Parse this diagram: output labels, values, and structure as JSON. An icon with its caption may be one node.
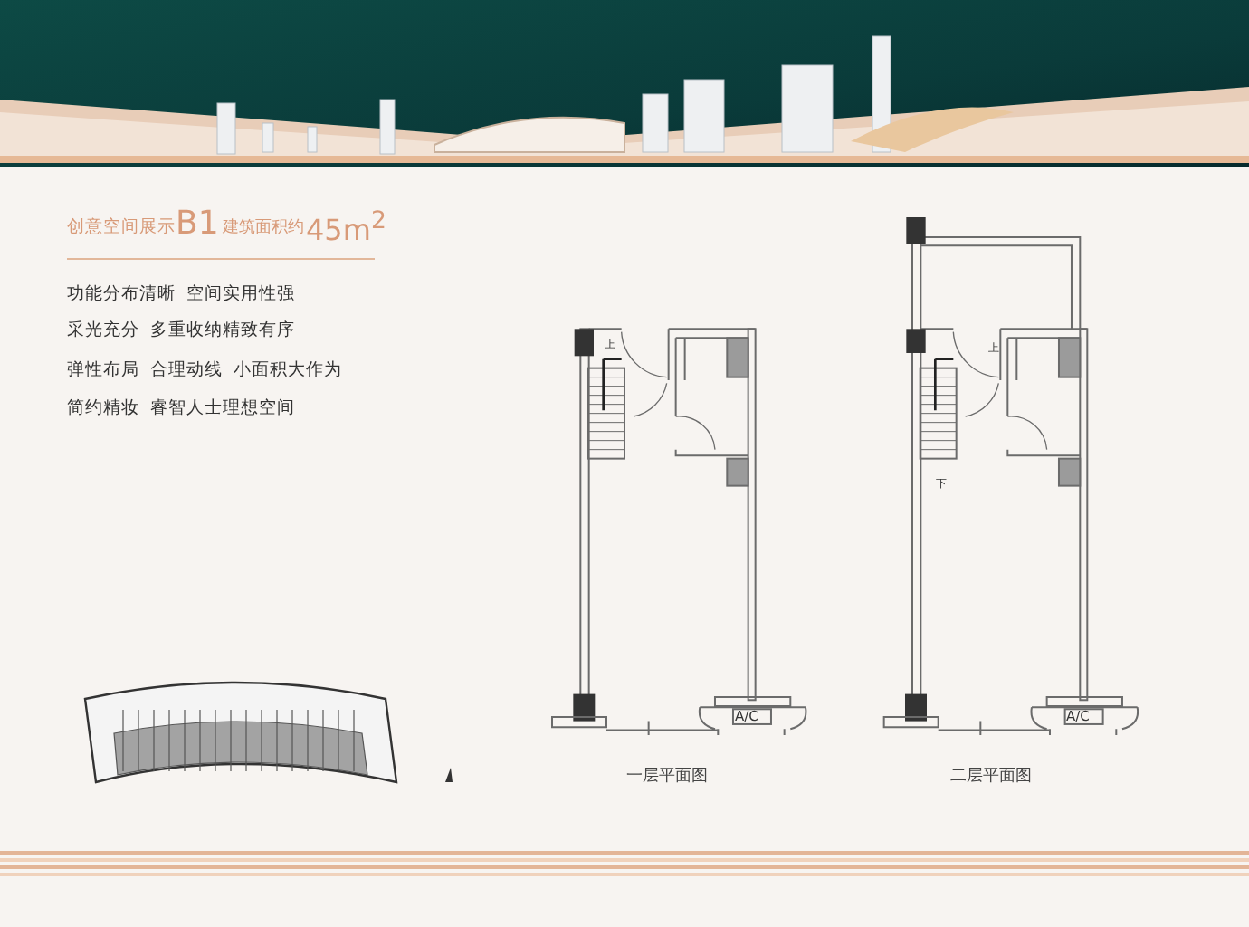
{
  "diagram": {
    "labels": [
      "创意空间展示",
      "B1",
      "建筑面积约",
      "45m$^{2}$",
      "功能分布清晰  空间实用性强",
      "采光充分  多重收纳精致有序",
      "弹性布局  合理动线  小面积大作为",
      "简约精妆  睿智人士理想空间",
      "上",
      "A/C",
      "上",
      "下",
      "A/C",
      "一层平面图",
      "二层平面图"
    ]
  }
}
